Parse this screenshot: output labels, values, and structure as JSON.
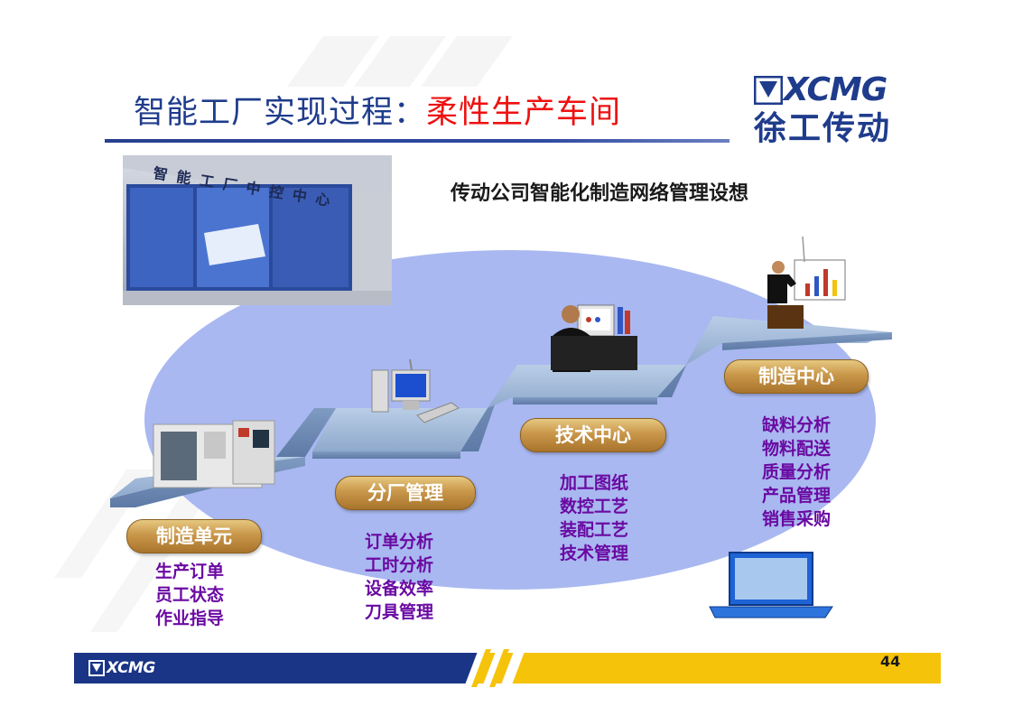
{
  "header": {
    "title_main": "智能工厂实现过程：",
    "title_highlight": "柔性生产车间",
    "logo_word": "XCMG",
    "logo_cn": "徐工传动"
  },
  "subtitle": "传动公司智能化制造网络管理设想",
  "photo": {
    "sign_text": "智能工厂中控中心"
  },
  "stages": [
    {
      "label": "制造单元",
      "items": [
        "生产订单",
        "员工状态",
        "作业指导"
      ]
    },
    {
      "label": "分厂管理",
      "items": [
        "订单分析",
        "工时分析",
        "设备效率",
        "刀具管理"
      ]
    },
    {
      "label": "技术中心",
      "items": [
        "加工图纸",
        "数控工艺",
        "装配工艺",
        "技术管理"
      ]
    },
    {
      "label": "制造中心",
      "items": [
        "缺料分析",
        "物料配送",
        "质量分析",
        "产品管理",
        "销售采购"
      ]
    }
  ],
  "footer": {
    "logo_text": "XCMG",
    "page_number": "44"
  },
  "colors": {
    "title_blue": "#1f3c8c",
    "title_red": "#ee1111",
    "list_purple": "#6a0aa2",
    "pill_gold": "#c9974a",
    "ellipse_blue": "#a9b8f0",
    "stair_blue": "#9eb6d6",
    "footer_yellow": "#f6c30b",
    "footer_blue": "#1a3486"
  }
}
